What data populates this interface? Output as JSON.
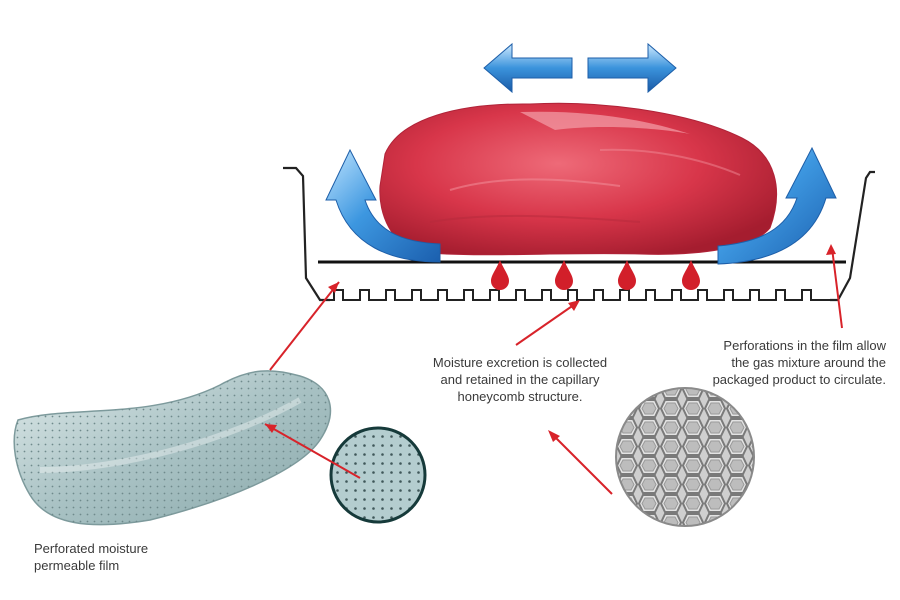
{
  "captions": {
    "film_line1": "Perforated moisture",
    "film_line2": "permeable film",
    "moisture_line1": "Moisture excretion is collected",
    "moisture_line2": "and retained in the capillary",
    "moisture_line3": "honeycomb structure.",
    "perf_line1": "Perforations in the film allow",
    "perf_line2": "the gas mixture around the",
    "perf_line3": "packaged product to circulate."
  },
  "colors": {
    "meat": "#d8364a",
    "blood_drop": "#d21f2a",
    "annotation_arrow": "#d8232a",
    "flow_arrow": "#2f86d3",
    "tray_outline": "#222222",
    "film": "#a9c2c4",
    "honeycomb": "#9a9a9a"
  },
  "icons": {
    "meat": "meat-icon",
    "flow_arrows": "airflow-arrow-icon",
    "drops": "blood-drop-icon",
    "honeycomb": "honeycomb-icon",
    "film": "perforated-film-icon"
  }
}
